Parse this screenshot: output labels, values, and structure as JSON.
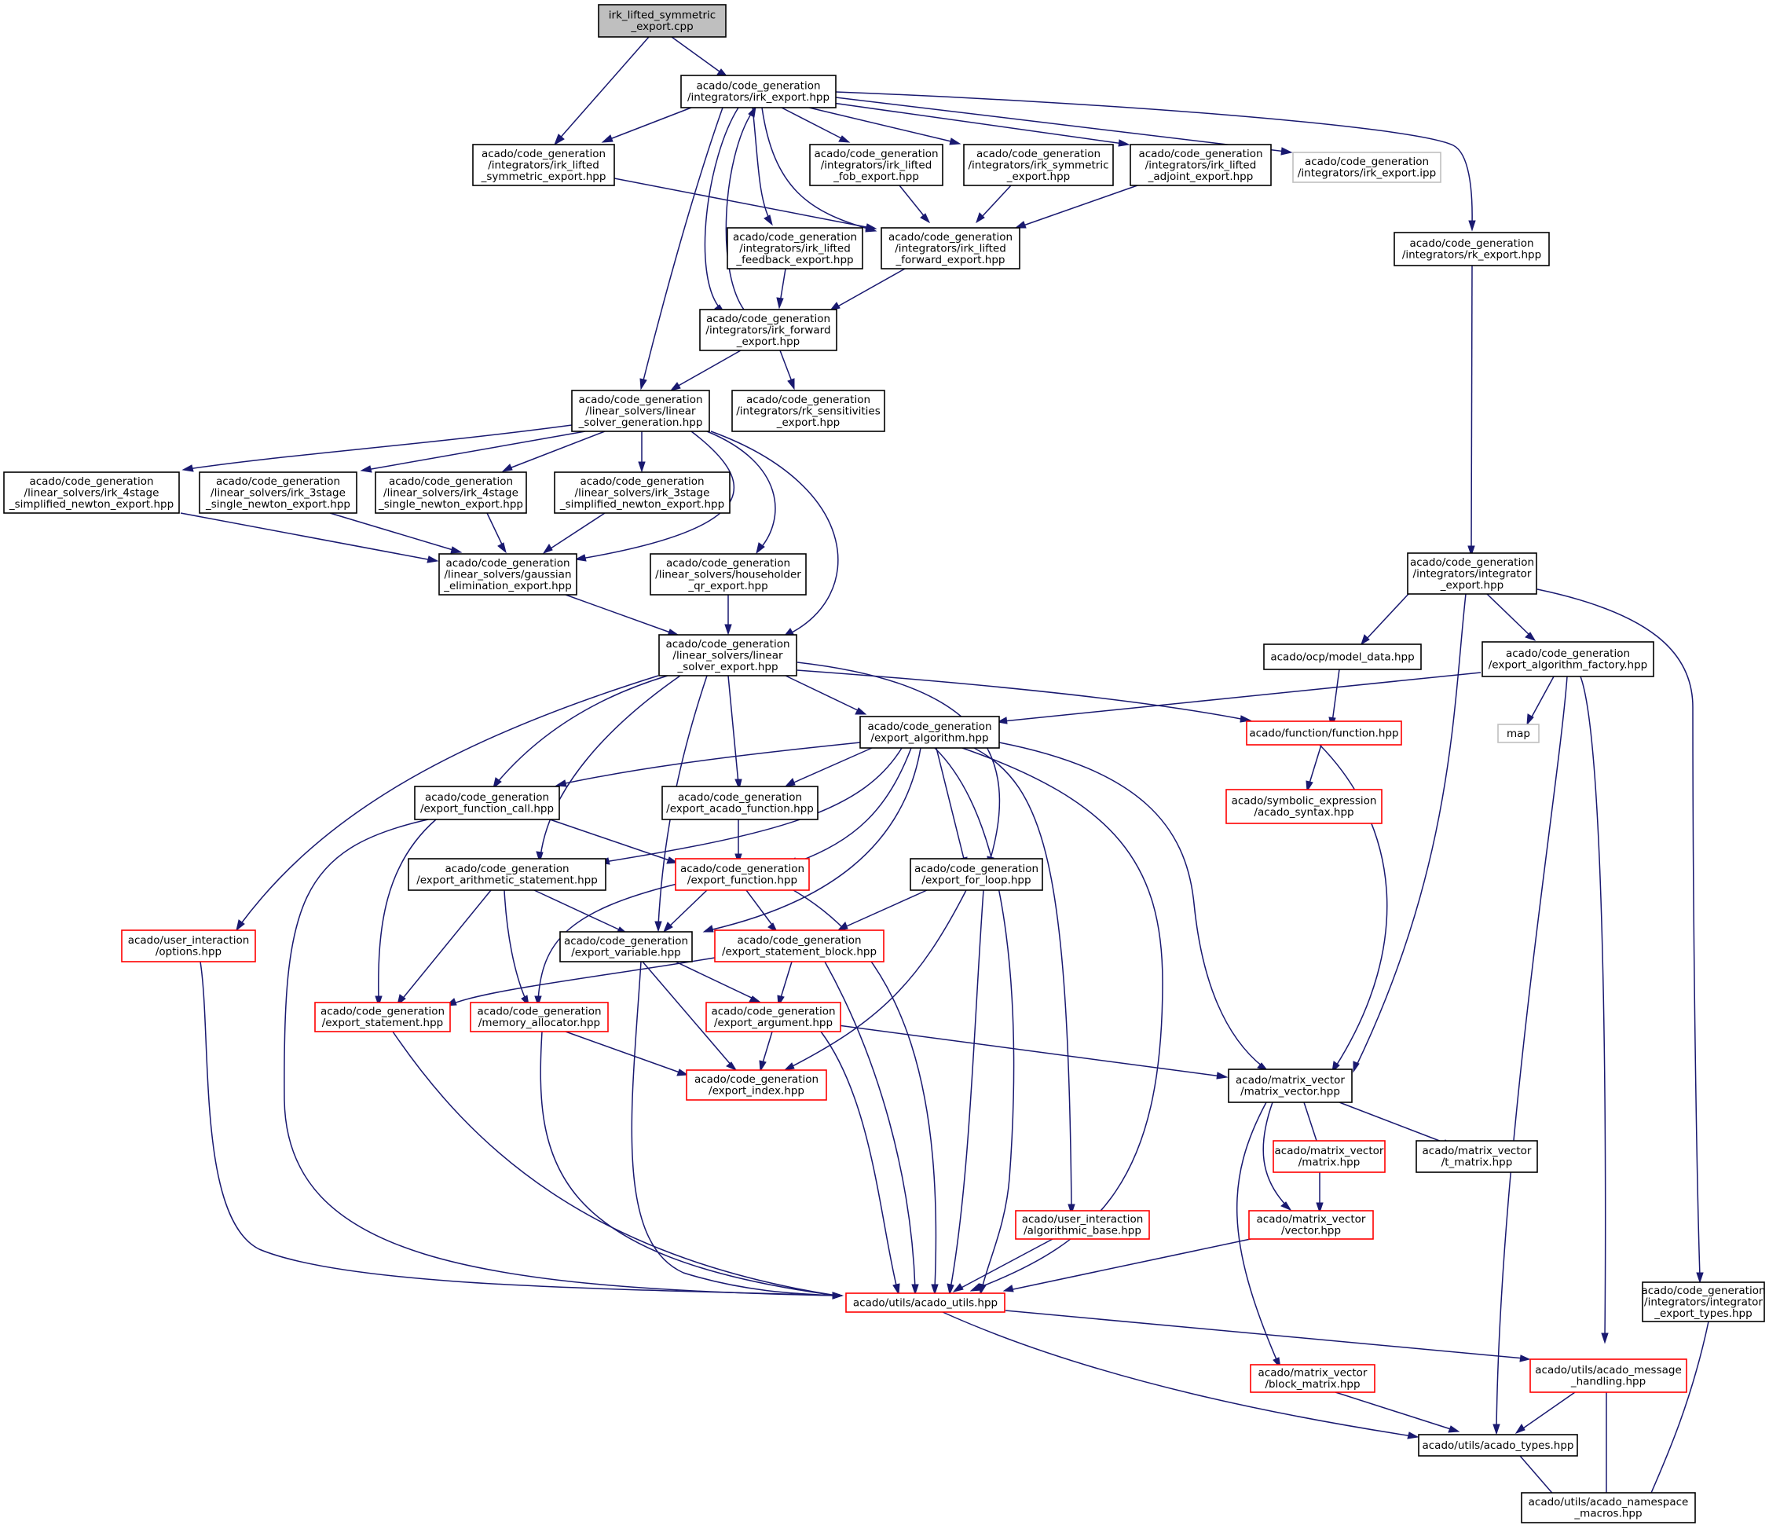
{
  "colors": {
    "edge": "#191970",
    "border_normal": "#000000",
    "border_incomplete": "#ff0000",
    "border_external": "#bfbfbf",
    "fill_root": "#bfbfbf",
    "fill_default": "#ffffff"
  },
  "nodes": [
    {
      "id": "root",
      "kind": "root",
      "lines": [
        "irk_lifted_symmetric",
        "_export.cpp"
      ]
    },
    {
      "id": "irk_export",
      "kind": "normal",
      "lines": [
        "acado/code_generation",
        "/integrators/irk_export.hpp"
      ]
    },
    {
      "id": "irk_lifted_sym",
      "kind": "normal",
      "lines": [
        "acado/code_generation",
        "/integrators/irk_lifted",
        "_symmetric_export.hpp"
      ]
    },
    {
      "id": "irk_lifted_fob",
      "kind": "normal",
      "lines": [
        "acado/code_generation",
        "/integrators/irk_lifted",
        "_fob_export.hpp"
      ]
    },
    {
      "id": "irk_symmetric",
      "kind": "normal",
      "lines": [
        "acado/code_generation",
        "/integrators/irk_symmetric",
        "_export.hpp"
      ]
    },
    {
      "id": "irk_lifted_adj",
      "kind": "normal",
      "lines": [
        "acado/code_generation",
        "/integrators/irk_lifted",
        "_adjoint_export.hpp"
      ]
    },
    {
      "id": "irk_export_ipp",
      "kind": "external",
      "lines": [
        "acado/code_generation",
        "/integrators/irk_export.ipp"
      ]
    },
    {
      "id": "irk_lifted_feedback",
      "kind": "normal",
      "lines": [
        "acado/code_generation",
        "/integrators/irk_lifted",
        "_feedback_export.hpp"
      ]
    },
    {
      "id": "irk_lifted_fwd",
      "kind": "normal",
      "lines": [
        "acado/code_generation",
        "/integrators/irk_lifted",
        "_forward_export.hpp"
      ]
    },
    {
      "id": "rk_export",
      "kind": "normal",
      "lines": [
        "acado/code_generation",
        "/integrators/rk_export.hpp"
      ]
    },
    {
      "id": "irk_forward",
      "kind": "normal",
      "lines": [
        "acado/code_generation",
        "/integrators/irk_forward",
        "_export.hpp"
      ]
    },
    {
      "id": "lin_solver_gen",
      "kind": "normal",
      "lines": [
        "acado/code_generation",
        "/linear_solvers/linear",
        "_solver_generation.hpp"
      ]
    },
    {
      "id": "rk_sens",
      "kind": "normal",
      "lines": [
        "acado/code_generation",
        "/integrators/rk_sensitivities",
        "_export.hpp"
      ]
    },
    {
      "id": "irk4_simpl",
      "kind": "normal",
      "lines": [
        "acado/code_generation",
        "/linear_solvers/irk_4stage",
        "_simplified_newton_export.hpp"
      ]
    },
    {
      "id": "irk3_single",
      "kind": "normal",
      "lines": [
        "acado/code_generation",
        "/linear_solvers/irk_3stage",
        "_single_newton_export.hpp"
      ]
    },
    {
      "id": "irk4_single",
      "kind": "normal",
      "lines": [
        "acado/code_generation",
        "/linear_solvers/irk_4stage",
        "_single_newton_export.hpp"
      ]
    },
    {
      "id": "irk3_simpl",
      "kind": "normal",
      "lines": [
        "acado/code_generation",
        "/linear_solvers/irk_3stage",
        "_simplified_newton_export.hpp"
      ]
    },
    {
      "id": "gauss_elim",
      "kind": "normal",
      "lines": [
        "acado/code_generation",
        "/linear_solvers/gaussian",
        "_elimination_export.hpp"
      ]
    },
    {
      "id": "householder",
      "kind": "normal",
      "lines": [
        "acado/code_generation",
        "/linear_solvers/householder",
        "_qr_export.hpp"
      ]
    },
    {
      "id": "integrator_export",
      "kind": "normal",
      "lines": [
        "acado/code_generation",
        "/integrators/integrator",
        "_export.hpp"
      ]
    },
    {
      "id": "lin_solver_export",
      "kind": "normal",
      "lines": [
        "acado/code_generation",
        "/linear_solvers/linear",
        "_solver_export.hpp"
      ]
    },
    {
      "id": "model_data",
      "kind": "normal",
      "lines": [
        "acado/ocp/model_data.hpp"
      ]
    },
    {
      "id": "export_alg_factory",
      "kind": "normal",
      "lines": [
        "acado/code_generation",
        "/export_algorithm_factory.hpp"
      ]
    },
    {
      "id": "export_algorithm",
      "kind": "normal",
      "lines": [
        "acado/code_generation",
        "/export_algorithm.hpp"
      ]
    },
    {
      "id": "function",
      "kind": "incomplete",
      "lines": [
        "acado/function/function.hpp"
      ]
    },
    {
      "id": "map",
      "kind": "external",
      "lines": [
        "map"
      ]
    },
    {
      "id": "export_function_call",
      "kind": "normal",
      "lines": [
        "acado/code_generation",
        "/export_function_call.hpp"
      ]
    },
    {
      "id": "export_acado_function",
      "kind": "normal",
      "lines": [
        "acado/code_generation",
        "/export_acado_function.hpp"
      ]
    },
    {
      "id": "acado_syntax",
      "kind": "incomplete",
      "lines": [
        "acado/symbolic_expression",
        "/acado_syntax.hpp"
      ]
    },
    {
      "id": "export_arith",
      "kind": "normal",
      "lines": [
        "acado/code_generation",
        "/export_arithmetic_statement.hpp"
      ]
    },
    {
      "id": "export_function",
      "kind": "incomplete",
      "lines": [
        "acado/code_generation",
        "/export_function.hpp"
      ]
    },
    {
      "id": "export_for_loop",
      "kind": "normal",
      "lines": [
        "acado/code_generation",
        "/export_for_loop.hpp"
      ]
    },
    {
      "id": "options",
      "kind": "incomplete",
      "lines": [
        "acado/user_interaction",
        "/options.hpp"
      ]
    },
    {
      "id": "export_variable",
      "kind": "normal",
      "lines": [
        "acado/code_generation",
        "/export_variable.hpp"
      ]
    },
    {
      "id": "export_stmt_block",
      "kind": "incomplete",
      "lines": [
        "acado/code_generation",
        "/export_statement_block.hpp"
      ]
    },
    {
      "id": "export_statement",
      "kind": "incomplete",
      "lines": [
        "acado/code_generation",
        "/export_statement.hpp"
      ]
    },
    {
      "id": "memory_allocator",
      "kind": "incomplete",
      "lines": [
        "acado/code_generation",
        "/memory_allocator.hpp"
      ]
    },
    {
      "id": "export_argument",
      "kind": "incomplete",
      "lines": [
        "acado/code_generation",
        "/export_argument.hpp"
      ]
    },
    {
      "id": "export_index",
      "kind": "incomplete",
      "lines": [
        "acado/code_generation",
        "/export_index.hpp"
      ]
    },
    {
      "id": "matrix_vector",
      "kind": "normal",
      "lines": [
        "acado/matrix_vector",
        "/matrix_vector.hpp"
      ]
    },
    {
      "id": "matrix",
      "kind": "incomplete",
      "lines": [
        "acado/matrix_vector",
        "/matrix.hpp"
      ]
    },
    {
      "id": "t_matrix",
      "kind": "normal",
      "lines": [
        "acado/matrix_vector",
        "/t_matrix.hpp"
      ]
    },
    {
      "id": "algorithmic_base",
      "kind": "incomplete",
      "lines": [
        "acado/user_interaction",
        "/algorithmic_base.hpp"
      ]
    },
    {
      "id": "vector",
      "kind": "incomplete",
      "lines": [
        "acado/matrix_vector",
        "/vector.hpp"
      ]
    },
    {
      "id": "acado_utils",
      "kind": "incomplete",
      "lines": [
        "acado/utils/acado_utils.hpp"
      ]
    },
    {
      "id": "integrator_types",
      "kind": "normal",
      "lines": [
        "acado/code_generation",
        "/integrators/integrator",
        "_export_types.hpp"
      ]
    },
    {
      "id": "block_matrix",
      "kind": "incomplete",
      "lines": [
        "acado/matrix_vector",
        "/block_matrix.hpp"
      ]
    },
    {
      "id": "acado_msg",
      "kind": "incomplete",
      "lines": [
        "acado/utils/acado_message",
        "_handling.hpp"
      ]
    },
    {
      "id": "acado_types",
      "kind": "normal",
      "lines": [
        "acado/utils/acado_types.hpp"
      ]
    },
    {
      "id": "acado_ns",
      "kind": "normal",
      "lines": [
        "acado/utils/acado_namespace",
        "_macros.hpp"
      ]
    }
  ]
}
